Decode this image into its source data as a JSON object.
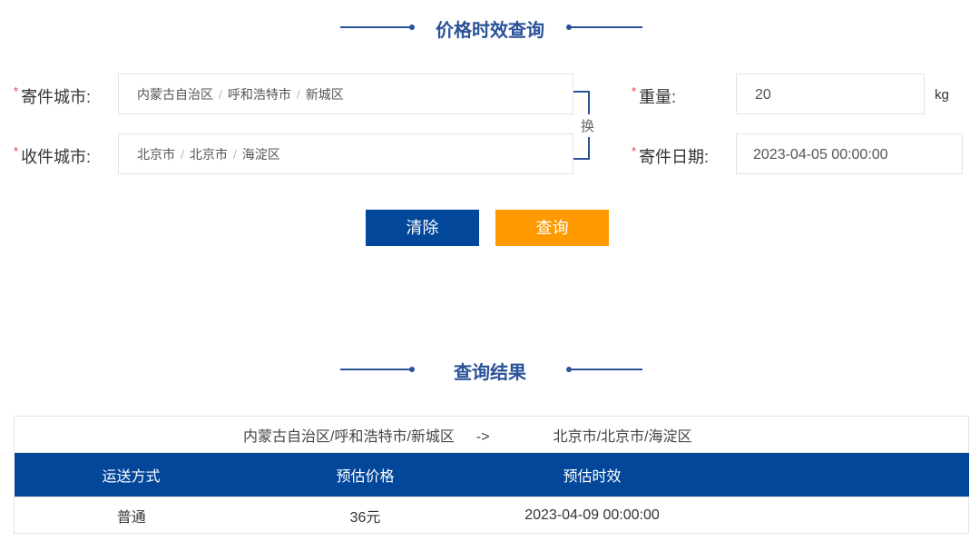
{
  "header": {
    "title": "价格时效查询"
  },
  "form": {
    "sender_label": "寄件城市:",
    "sender_parts": [
      "内蒙古自治区",
      "呼和浩特市",
      "新城区"
    ],
    "receiver_label": "收件城市:",
    "receiver_parts": [
      "北京市",
      "北京市",
      "海淀区"
    ],
    "swap_label": "换",
    "weight_label": "重量:",
    "weight_value": "20",
    "weight_unit": "kg",
    "date_label": "寄件日期:",
    "date_value": "2023-04-05 00:00:00",
    "required_mark": "*"
  },
  "buttons": {
    "clear": "清除",
    "query": "查询"
  },
  "results": {
    "title": "查询结果",
    "from": "内蒙古自治区/呼和浩特市/新城区",
    "arrow": "->",
    "to": "北京市/北京市/海淀区",
    "columns": [
      "运送方式",
      "预估价格",
      "预估时效"
    ],
    "rows": [
      [
        "普通",
        "36元",
        "2023-04-09 00:00:00"
      ]
    ]
  },
  "colors": {
    "accent": "#2a5298",
    "header_bg": "#03479a",
    "query_btn": "#ff9900"
  }
}
